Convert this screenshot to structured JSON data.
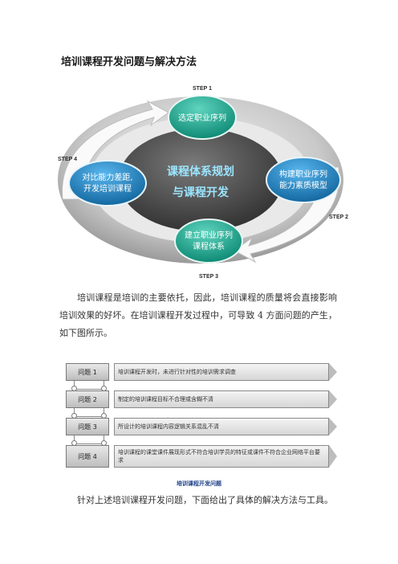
{
  "document": {
    "title": "培训课程开发问题与解决方法",
    "paragraph1": "培训课程是培训的主要依托，因此，培训课程的质量将会直接影响培训效果的好坏。在培训课程开发过程中，可导致 4 方面问题的产生，如下图所示。",
    "paragraph2": "针对上述培训课程开发问题，下面给出了具体的解决方法与工具。"
  },
  "cycle_diagram": {
    "core_line1": "课程体系规划",
    "core_line2": "与课程开发",
    "steps": [
      {
        "label": "STEP 1",
        "line1": "选定职业序列",
        "line2": ""
      },
      {
        "label": "STEP 2",
        "line1": "构建职业序列",
        "line2": "能力素质模型"
      },
      {
        "label": "STEP 3",
        "line1": "建立职业序列",
        "line2": "课程体系"
      },
      {
        "label": "STEP 4",
        "line1": "对比能力差距,",
        "line2": "开发培训课程"
      }
    ],
    "colors": {
      "node_teal": "#16a38c",
      "node_blue": "#1c7fbf",
      "core_gray": "#4a4a4a",
      "ring_gray": "#c8c8c8",
      "arrow_light": "#f2f2f2"
    }
  },
  "problems": {
    "items": [
      {
        "tag": "问题 1",
        "text": "培训课程开发时，未进行针对性的培训需求调查"
      },
      {
        "tag": "问题 2",
        "text": "制定的培训课程目标不合理或含糊不清"
      },
      {
        "tag": "问题 3",
        "text": "所设计的培训课程内容逻辑关系混乱不清"
      },
      {
        "tag": "问题 4",
        "text": "培训课程的课堂课件展现形式不符合培训学员的特征或课件不符合企业网络平台要求"
      }
    ],
    "caption": "培训课程开发问题"
  }
}
